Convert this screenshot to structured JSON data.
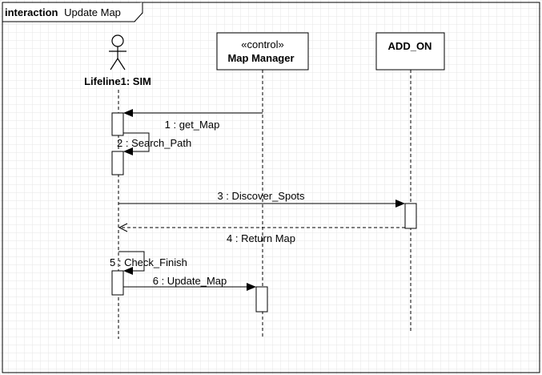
{
  "frame": {
    "keyword": "interaction",
    "name": "Update Map"
  },
  "participants": {
    "sim": {
      "kind": "actor",
      "label": "Lifeline1: SIM"
    },
    "map_manager": {
      "stereotype": "«control»",
      "label": "Map Manager"
    },
    "add_on": {
      "label": "ADD_ON"
    }
  },
  "messages": [
    {
      "label": "1 : get_Map"
    },
    {
      "label": "2 : Search_Path"
    },
    {
      "label": "3 : Discover_Spots"
    },
    {
      "label": "4 : Return Map"
    },
    {
      "label": "5 : Check_Finish"
    },
    {
      "label": "6 : Update_Map"
    }
  ]
}
